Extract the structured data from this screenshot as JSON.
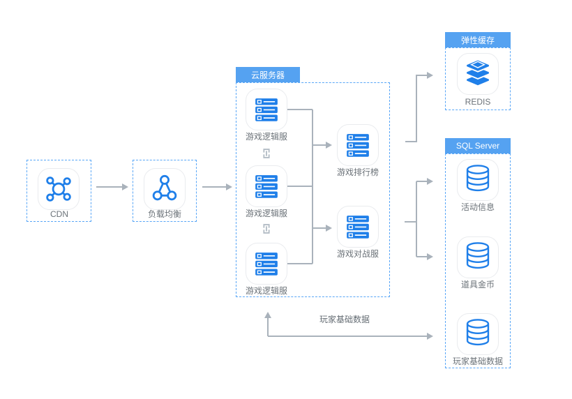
{
  "diagram": {
    "cdn": {
      "label": "CDN"
    },
    "load_balancer": {
      "label": "负载均衡"
    },
    "cloud_group": {
      "title": "云服务器",
      "logic_servers": [
        {
          "label": "游戏逻辑服"
        },
        {
          "label": "游戏逻辑服"
        },
        {
          "label": "游戏逻辑服"
        }
      ],
      "leaderboard": {
        "label": "游戏排行榜"
      },
      "battle": {
        "label": "游戏对战服"
      }
    },
    "cache_group": {
      "title": "弹性缓存",
      "node": {
        "label": "REDIS"
      }
    },
    "sql_group": {
      "title": "SQL Server",
      "nodes": [
        {
          "label": "活动信息"
        },
        {
          "label": "道具金币"
        },
        {
          "label": "玩家基础数据"
        }
      ]
    },
    "flow_label": "玩家基础数据",
    "colors": {
      "tab_blue": "#55a2f1",
      "icon_blue": "#1f7fe9",
      "dash_border": "#58a6f7",
      "arrow_gray": "#a9b2bb",
      "label_gray": "#6b7278"
    }
  }
}
